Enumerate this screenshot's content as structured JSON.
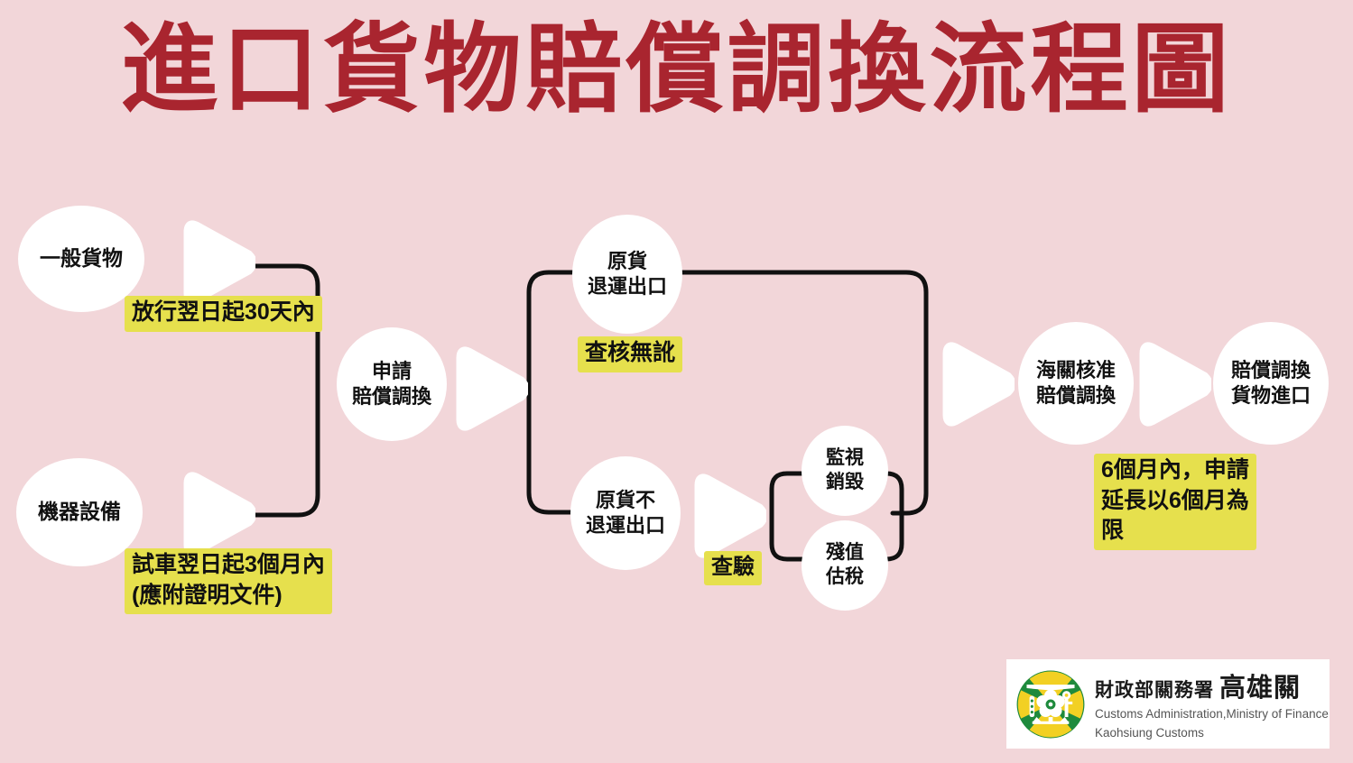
{
  "page": {
    "title": "進口貨物賠償調換流程圖",
    "background_color": "#F2D6D9",
    "title_color": "#A9252F",
    "node_color": "#FFFFFF",
    "highlight_color": "#E6E04D",
    "connector_color": "#111111"
  },
  "nodes": [
    {
      "id": "general-goods",
      "lines": [
        "一般貨物"
      ]
    },
    {
      "id": "machinery-equipment",
      "lines": [
        "機器設備"
      ]
    },
    {
      "id": "apply-compensation",
      "lines": [
        "申請",
        "賠償調換"
      ]
    },
    {
      "id": "original-reexport",
      "lines": [
        "原貨",
        "退運出口"
      ]
    },
    {
      "id": "original-no-reexport",
      "lines": [
        "原貨不",
        "退運出口"
      ]
    },
    {
      "id": "supervised-destroy",
      "lines": [
        "監視",
        "銷毀"
      ]
    },
    {
      "id": "salvage-valuation",
      "lines": [
        "殘值",
        "估稅"
      ]
    },
    {
      "id": "customs-approval",
      "lines": [
        "海關核准",
        "賠償調換"
      ]
    },
    {
      "id": "replacement-import",
      "lines": [
        "賠償調換",
        "貨物進口"
      ]
    }
  ],
  "highlights": [
    {
      "id": "within-30-days",
      "lines": [
        "放行翌日起30天內"
      ]
    },
    {
      "id": "within-3-months",
      "lines": [
        "試車翌日起3個月內",
        "(應附證明文件)"
      ]
    },
    {
      "id": "inspection-ok",
      "lines": [
        "查核無訛"
      ]
    },
    {
      "id": "inspection",
      "lines": [
        "查驗"
      ]
    },
    {
      "id": "within-6-months",
      "lines": [
        "6個月內，申請",
        "延長以6個月為",
        "限"
      ]
    }
  ],
  "arrows": [
    {
      "id": "arrow-general-goods"
    },
    {
      "id": "arrow-machinery-equipment"
    },
    {
      "id": "arrow-apply-compensation"
    },
    {
      "id": "arrow-no-reexport"
    },
    {
      "id": "arrow-customs-approval"
    }
  ],
  "logo": {
    "emblem_name": "customs-emblem-icon",
    "cn_small": "財政部關務署",
    "cn_big": "高雄關",
    "en_line1": "Customs Administration,Ministry of Finance",
    "en_line2": "Kaohsiung  Customs",
    "emblem_green": "#1E8A3C",
    "emblem_yellow": "#F2D023"
  }
}
